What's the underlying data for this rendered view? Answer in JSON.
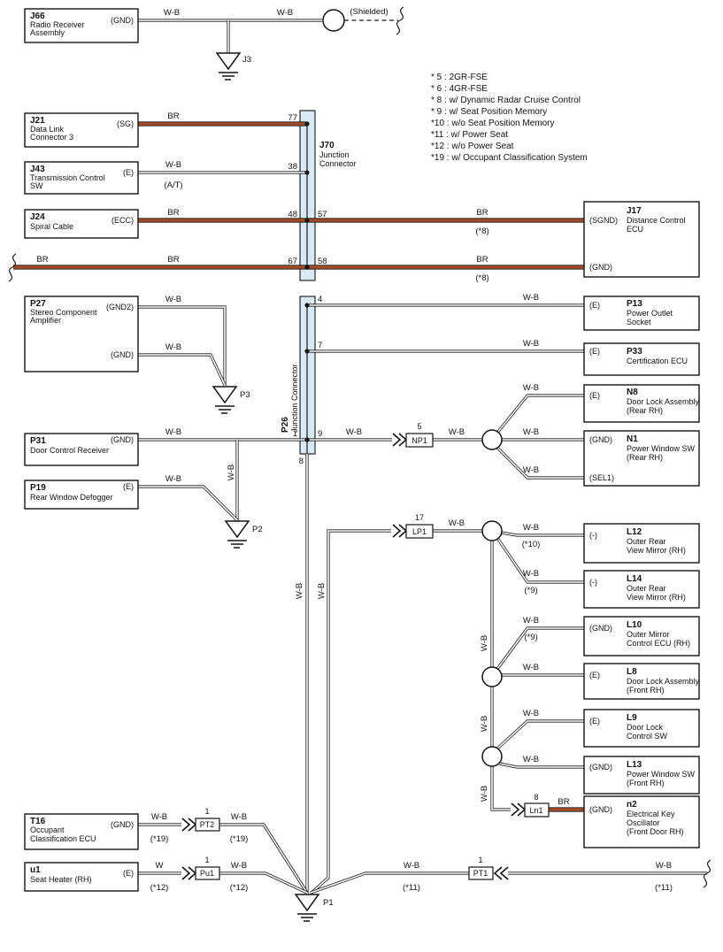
{
  "legend": {
    "items": [
      "* 5 : 2GR-FSE",
      "* 6 : 4GR-FSE",
      "* 8 : w/ Dynamic Radar Cruise Control",
      "* 9 : w/ Seat Position Memory",
      "*10 : w/o Seat Position Memory",
      "*11 : w/ Power Seat",
      "*12 : w/o Power Seat",
      "*19 : w/ Occupant Classification System"
    ]
  },
  "components": {
    "j66": {
      "id": "J66",
      "lines": [
        "Radio Receiver",
        "Assembly"
      ],
      "terminals": [
        "(GND)"
      ]
    },
    "j21": {
      "id": "J21",
      "lines": [
        "Data Link",
        "Connector 3"
      ],
      "terminals": [
        "(SG)"
      ]
    },
    "j43": {
      "id": "J43",
      "lines": [
        "Transmission Control",
        "SW"
      ],
      "terminals": [
        "(E)"
      ]
    },
    "j24": {
      "id": "J24",
      "lines": [
        "Spiral Cable"
      ],
      "terminals": [
        "(ECC)"
      ]
    },
    "j17": {
      "id": "J17",
      "lines": [
        "Distance Control",
        "ECU"
      ],
      "terminals": [
        "(SGND)",
        "(GND)"
      ]
    },
    "p27": {
      "id": "P27",
      "lines": [
        "Stereo Component",
        "Amplifier"
      ],
      "terminals": [
        "(GND2)",
        "(GND)"
      ]
    },
    "p13": {
      "id": "P13",
      "lines": [
        "Power Outlet",
        "Socket"
      ],
      "terminals": [
        "(E)"
      ]
    },
    "p33": {
      "id": "P33",
      "lines": [
        "Certification ECU"
      ],
      "terminals": [
        "(E)"
      ]
    },
    "n8": {
      "id": "N8",
      "lines": [
        "Door Lock Assembly",
        "(Rear RH)"
      ],
      "terminals": [
        "(E)"
      ]
    },
    "n1": {
      "id": "N1",
      "lines": [
        "Power Window SW",
        "(Rear RH)"
      ],
      "terminals": [
        "(GND)",
        "(SEL1)"
      ]
    },
    "p31": {
      "id": "P31",
      "lines": [
        "Door Control Receiver"
      ],
      "terminals": [
        "(GND)"
      ]
    },
    "p19": {
      "id": "P19",
      "lines": [
        "Rear Window Defogger"
      ],
      "terminals": [
        "(E)"
      ]
    },
    "l12": {
      "id": "L12",
      "lines": [
        "Outer Rear",
        "View Mirror (RH)"
      ],
      "terminals": [
        "(-)"
      ]
    },
    "l14": {
      "id": "L14",
      "lines": [
        "Outer Rear",
        "View Mirror (RH)"
      ],
      "terminals": [
        "(-)"
      ]
    },
    "l10": {
      "id": "L10",
      "lines": [
        "Outer Mirror",
        "Control ECU (RH)"
      ],
      "terminals": [
        "(GND)"
      ]
    },
    "l8": {
      "id": "L8",
      "lines": [
        "Door Lock Assembly",
        "(Front RH)"
      ],
      "terminals": [
        "(E)"
      ]
    },
    "l9": {
      "id": "L9",
      "lines": [
        "Door Lock",
        "Control SW"
      ],
      "terminals": [
        "(E)"
      ]
    },
    "l13": {
      "id": "L13",
      "lines": [
        "Power Window SW",
        "(Front RH)"
      ],
      "terminals": [
        "(GND)"
      ]
    },
    "n2": {
      "id": "n2",
      "lines": [
        "Electrical Key",
        "Oscillator",
        "(Front Door RH)"
      ],
      "terminals": [
        "(GND)"
      ]
    },
    "t16": {
      "id": "T16",
      "lines": [
        "Occupant",
        "Classification ECU"
      ],
      "terminals": [
        "(GND)"
      ]
    },
    "u1": {
      "id": "u1",
      "lines": [
        "Seat Heater (RH)"
      ],
      "terminals": [
        "(E)"
      ]
    }
  },
  "junctions": {
    "j70": {
      "id": "J70",
      "name": [
        "Junction",
        "Connector"
      ],
      "pins": [
        "77",
        "38",
        "48",
        "57",
        "67",
        "58"
      ]
    },
    "p26": {
      "id": "P26",
      "name": "Junction Connector",
      "pins": [
        "4",
        "7",
        "1",
        "9",
        "8"
      ]
    }
  },
  "grounds": {
    "j3": "J3",
    "p3": "P3",
    "p2": "P2",
    "p1": "P1"
  },
  "connectors": {
    "np1": {
      "num": "5",
      "name": "NP1"
    },
    "lp1": {
      "num": "17",
      "name": "LP1"
    },
    "ln1": {
      "num": "8",
      "name": "Ln1"
    },
    "pt2": {
      "num": "1",
      "name": "PT2"
    },
    "pu1": {
      "num": "1",
      "name": "Pu1"
    },
    "pt1": {
      "num": "1",
      "name": "PT1"
    }
  },
  "wire_labels": {
    "j66_a": "W-B",
    "j66_b": "W-B",
    "shielded": "(Shielded)",
    "j21": "BR",
    "j43": "W-B",
    "j43_note": "(A/T)",
    "j24": "BR",
    "j17_sgnd": "BR",
    "j17_sgnd_note": "(*8)",
    "edge_left": "BR",
    "edge_left_b": "BR",
    "j17_gnd": "BR",
    "j17_gnd_note": "(*8)",
    "p27_gnd2": "W-B",
    "p27_gnd": "W-B",
    "p13": "W-B",
    "p33": "W-B",
    "n8": "W-B",
    "n1_gnd": "W-B",
    "np1_in": "W-B",
    "np1_out": "W-B",
    "n1_sel1": "W-B",
    "p31": "W-B",
    "p31_vert": "W-B",
    "p19": "W-B",
    "vert_pin8": "W-B",
    "vert_lp1": "W-B",
    "lp1_out": "W-B",
    "l12": "W-B",
    "l12_note": "(*10)",
    "l14": "W-B",
    "l14_note": "(*9)",
    "joint_2_3": "W-B",
    "l10": "W-B",
    "l10_note": "(*9)",
    "l8": "W-B",
    "joint_3_4": "W-B",
    "l9": "W-B",
    "l13": "W-B",
    "joint_4_ln1": "W-B",
    "ln1_br": "BR",
    "t16_a": "W-B",
    "t16_a_note": "(*19)",
    "t16_b": "W-B",
    "t16_b_note": "(*19)",
    "u1_a": "W",
    "u1_a_note": "(*12)",
    "u1_b": "W-B",
    "u1_b_note": "(*12)",
    "pt1_left": "W-B",
    "pt1_left_note": "(*11)",
    "pt1_right": "W-B",
    "pt1_right_note": "(*11)"
  },
  "colors": {
    "wire-brown": "#a34b28",
    "junction-fill": "#d8eaf6",
    "wire-line": "#1a1a1a"
  }
}
